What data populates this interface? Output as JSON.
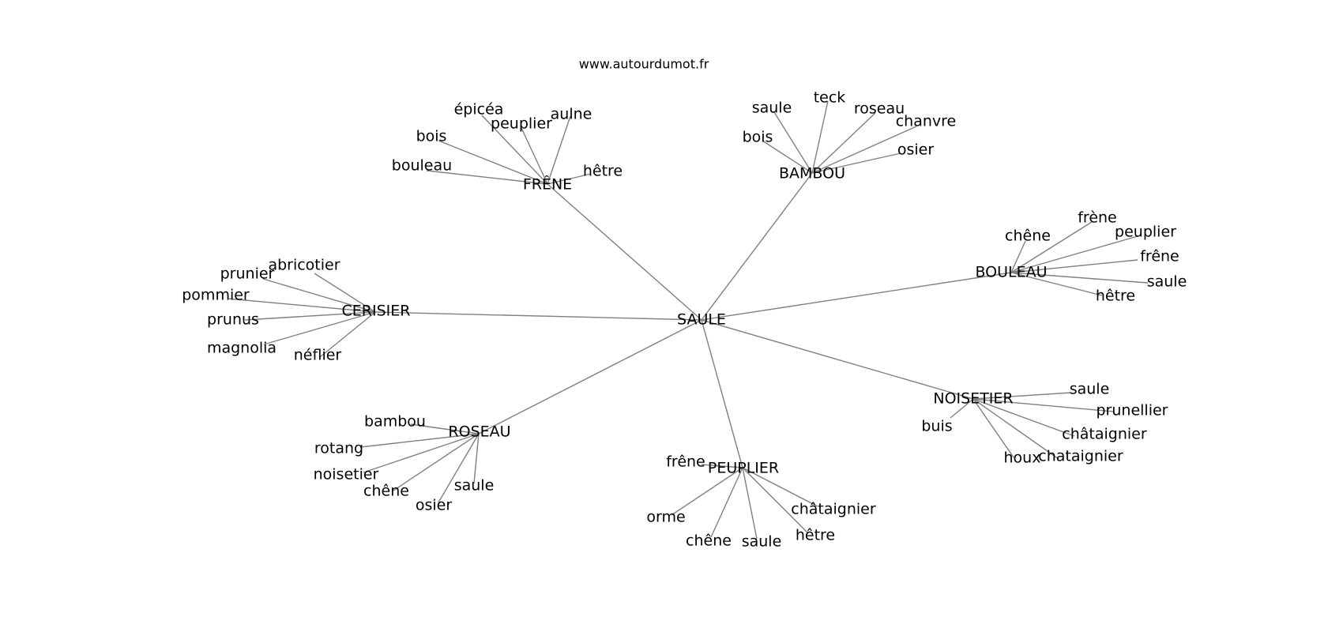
{
  "source": "www.autourdumot.fr",
  "colors": {
    "edge": "#808080",
    "text": "#000000",
    "background": "#ffffff"
  },
  "graph": {
    "center": "SAULE",
    "clusters": [
      {
        "hub": "FRÊNE",
        "leaves": [
          "épicéa",
          "aulne",
          "peuplier",
          "bois",
          "bouleau",
          "hêtre"
        ]
      },
      {
        "hub": "BAMBOU",
        "leaves": [
          "teck",
          "saule",
          "roseau",
          "chanvre",
          "bois",
          "osier"
        ]
      },
      {
        "hub": "BOULEAU",
        "leaves": [
          "frène",
          "chêne",
          "peuplier",
          "frêne",
          "saule",
          "hêtre"
        ]
      },
      {
        "hub": "CERISIER",
        "leaves": [
          "abricotier",
          "prunier",
          "pommier",
          "prunus",
          "magnolia",
          "néflier"
        ]
      },
      {
        "hub": "NOISETIER",
        "leaves": [
          "saule",
          "prunellier",
          "buis",
          "châtaignier",
          "houx",
          "chataignier"
        ]
      },
      {
        "hub": "ROSEAU",
        "leaves": [
          "bambou",
          "rotang",
          "noisetier",
          "chêne",
          "saule",
          "osier"
        ]
      },
      {
        "hub": "PEUPLIER",
        "leaves": [
          "frêne",
          "châtaignier",
          "orme",
          "hêtre",
          "chêne",
          "saule"
        ]
      }
    ]
  }
}
